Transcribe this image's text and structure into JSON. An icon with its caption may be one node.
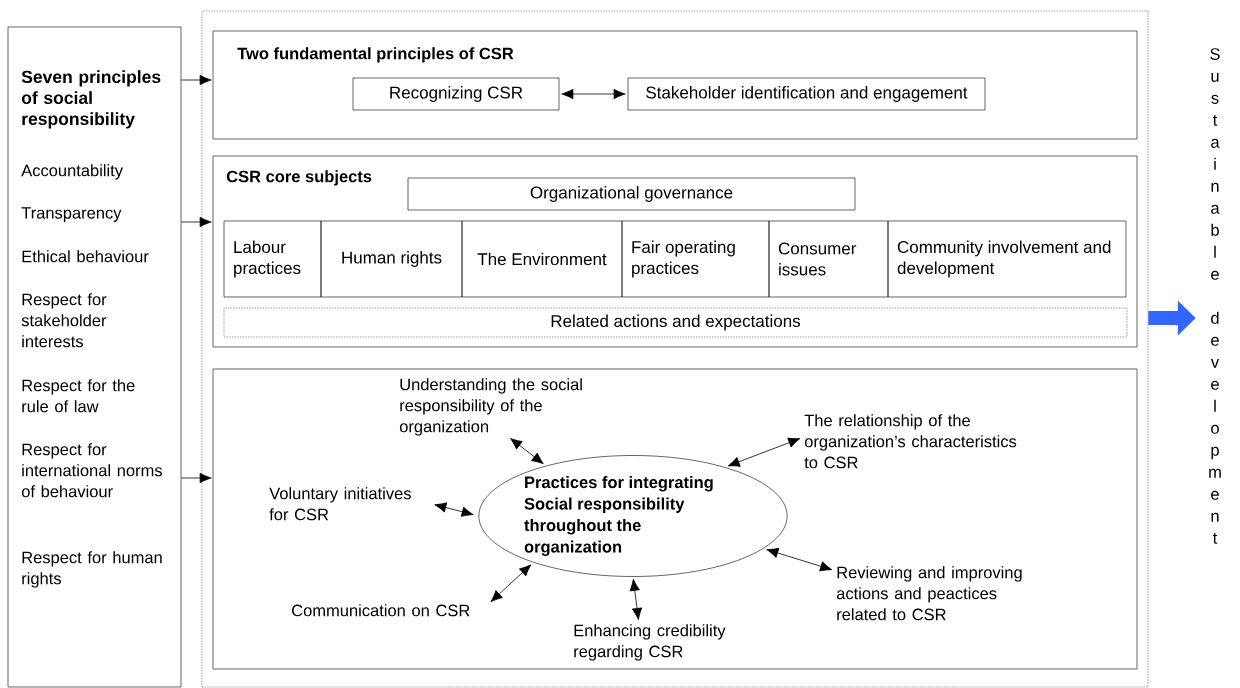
{
  "diagram": {
    "nodes": [
      {
        "text": [
          "Seven principles of social responsibility",
          "Accountability",
          "Transparency",
          "Ethical behaviour",
          "Respect for stakeholder interests",
          "Respect for the rule of law",
          "Respect for international norms of behaviour",
          "Respect for human rights"
        ]
      },
      {
        "text": [],
        "shape": "box"
      },
      {
        "text": [
          "Two fundamental principles of CSR"
        ],
        "in": 1
      },
      {
        "text": [
          "Recognizing CSR"
        ],
        "in": 2
      },
      {
        "text": [
          "Stakeholder identification and engagement"
        ],
        "in": 2
      },
      {
        "text": [
          "CSR core subjects"
        ],
        "in": 1
      },
      {
        "text": [
          "Organizational governance"
        ],
        "in": 5
      },
      {
        "text": [
          "Labour practices"
        ],
        "in": 5
      },
      {
        "text": [
          "Human rights"
        ],
        "in": 5
      },
      {
        "text": [
          "The Environment"
        ],
        "in": 5
      },
      {
        "text": [
          "Fair operating practices"
        ],
        "in": 5
      },
      {
        "text": [
          "Consumer issues"
        ],
        "in": 5
      },
      {
        "text": [
          "Community involvement and development"
        ],
        "in": 5
      },
      {
        "text": [
          "Related actions and expectations"
        ],
        "in": 5
      },
      {
        "text": [],
        "shape": "box",
        "in": 1
      },
      {
        "text": [
          "Practices for integrating Social responsibility throughout the organization"
        ],
        "in": 14
      },
      {
        "text": [
          "Understanding the social responsibility of the organization"
        ],
        "in": 14
      },
      {
        "text": [
          "The relationship of the organization’s characteristics to CSR"
        ],
        "in": 14
      },
      {
        "text": [
          "Voluntary initiatives for CSR"
        ],
        "in": 14
      },
      {
        "text": [
          "Reviewing and improving actions and peactices related to CSR"
        ],
        "in": 14
      },
      {
        "text": [
          "Communication on CSR"
        ],
        "in": 14
      },
      {
        "text": [
          "Enhancing credibility regarding CSR"
        ],
        "in": 14
      },
      {
        "text": [
          "Sustainable development"
        ]
      }
    ],
    "edges": [
      {
        "from": 0,
        "to": 2,
        "arrow": "to"
      },
      {
        "from": 0,
        "to": 5,
        "arrow": "to"
      },
      {
        "from": 0,
        "to": 14,
        "arrow": "to"
      },
      {
        "from": 3,
        "to": 4,
        "arrow": "both"
      },
      {
        "from": 15,
        "to": 16,
        "arrow": "both"
      },
      {
        "from": 15,
        "to": 17,
        "arrow": "both"
      },
      {
        "from": 15,
        "to": 18,
        "arrow": "both"
      },
      {
        "from": 15,
        "to": 19,
        "arrow": "both"
      },
      {
        "from": 15,
        "to": 20,
        "arrow": "both"
      },
      {
        "from": 15,
        "to": 21,
        "arrow": "both"
      },
      {
        "from": 1,
        "to": 22,
        "arrow": "to",
        "style": "thick",
        "color": "#3366ff"
      }
    ]
  }
}
